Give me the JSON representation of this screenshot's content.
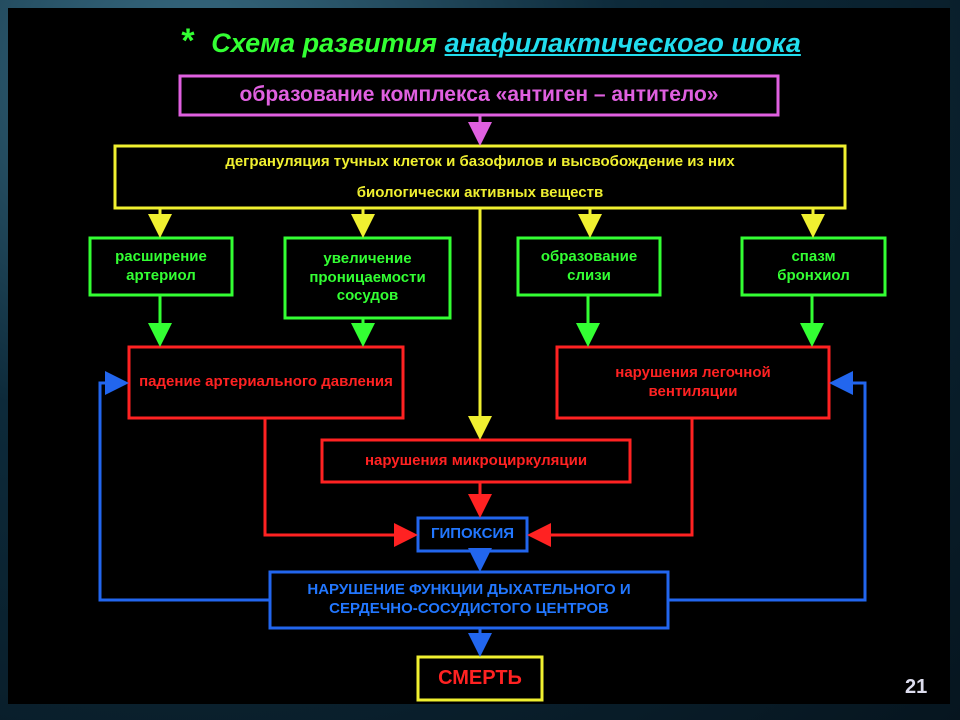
{
  "title": {
    "star": "*",
    "part1": "Схема развития",
    "part2": "анафилактического шока"
  },
  "nodes": {
    "complex": "образование комплекса «антиген – антитело»",
    "degranulation_line1": "дегрануляция тучных клеток и базофилов и высвобождение из них",
    "degranulation_line2": "биологически активных веществ",
    "arterioles": "расширение артериол",
    "permeability": "увеличение проницаемости сосудов",
    "mucus": "образование слизи",
    "bronchospasm": "спазм бронхиол",
    "pressure": "падение артериального давления",
    "ventilation": "нарушения легочной вентиляции",
    "microcirculation": "нарушения микроциркуляции",
    "hypoxia": "ГИПОКСИЯ",
    "centers": "НАРУШЕНИЕ ФУНКЦИИ ДЫХАТЕЛЬНОГО И СЕРДЕЧНО-СОСУДИСТОГО ЦЕНТРОВ",
    "death": "СМЕРТЬ"
  },
  "colors": {
    "pink": "#e060e0",
    "yellow": "#f0f030",
    "green": "#33ff33",
    "red": "#ff2222",
    "blue": "#2266ee"
  },
  "page_number": "21"
}
